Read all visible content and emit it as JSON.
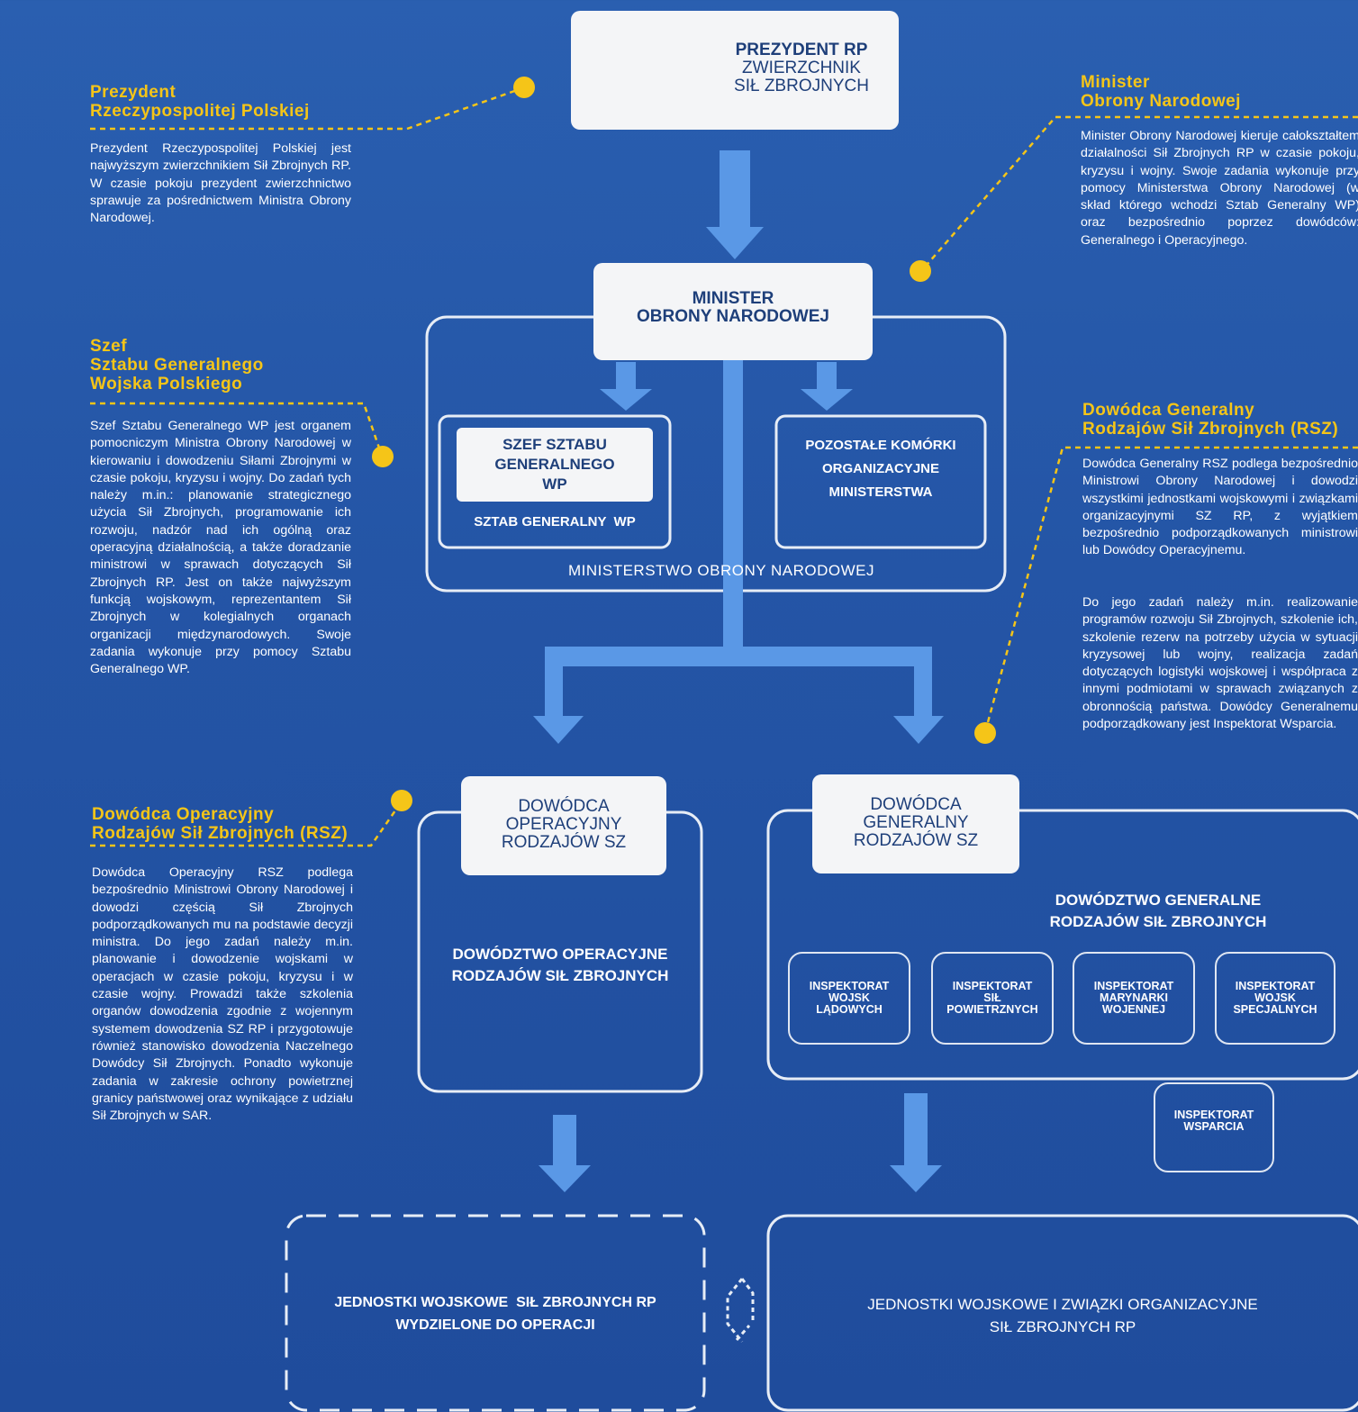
{
  "top_box": {
    "line1": "PREZYDENT RP",
    "line2": "ZWIERZCHNIK",
    "line3": "SIŁ ZBROJNYCH"
  },
  "minister_box": {
    "line1": "MINISTER",
    "line2": "OBRONY NARODOWEJ"
  },
  "szef_box": {
    "line1": "SZEF SZTABU",
    "line2": "GENERALNEGO",
    "line3": "WP"
  },
  "sztab_label": "SZTAB GENERALNY  WP",
  "pozostale": {
    "line1": "POZOSTAŁE KOMÓRKI",
    "line2": "ORGANIZACYJNE",
    "line3": "MINISTERSTWA"
  },
  "ministerstwo_label": "MINISTERSTWO OBRONY NARODOWEJ",
  "dow_oper_box": {
    "line1": "DOWÓDCA",
    "line2": "OPERACYJNY",
    "line3": "RODZAJÓW SZ"
  },
  "dow_gen_box": {
    "line1": "DOWÓDCA",
    "line2": "GENERALNY",
    "line3": "RODZAJÓW SZ"
  },
  "dowodztwo_oper": {
    "line1": "DOWÓDZTWO OPERACYJNE",
    "line2": "RODZAJÓW SIŁ ZBROJNYCH"
  },
  "dowodztwo_gen": {
    "line1": "DOWÓDZTWO GENERALNE",
    "line2": "RODZAJÓW SIŁ ZBROJNYCH"
  },
  "inspektoraty": [
    {
      "line1": "INSPEKTORAT",
      "line2": "WOJSK",
      "line3": "LĄDOWYCH"
    },
    {
      "line1": "INSPEKTORAT",
      "line2": "SIŁ",
      "line3": "POWIETRZNYCH"
    },
    {
      "line1": "INSPEKTORAT",
      "line2": "MARYNARKI",
      "line3": "WOJENNEJ"
    },
    {
      "line1": "INSPEKTORAT",
      "line2": "WOJSK",
      "line3": "SPECJALNYCH"
    }
  ],
  "inspektorat_wsparcia": {
    "line1": "INSPEKTORAT",
    "line2": "WSPARCIA"
  },
  "jednostki_oper": {
    "line1": "JEDNOSTKI WOJSKOWE  SIŁ ZBROJNYCH RP",
    "line2": "WYDZIELONE DO OPERACJI"
  },
  "jednostki_gen": {
    "line1": "JEDNOSTKI WOJSKOWE I ZWIĄZKI ORGANIZACYJNE",
    "line2": "SIŁ ZBROJNYCH RP"
  },
  "sections": {
    "prezydent": {
      "title": "Prezydent\nRzeczypospolitej  Polskiej",
      "text": "Prezydent Rzeczypospolitej Polskiej jest najwyższym zwierzchnikiem Sił Zbrojnych RP. W czasie pokoju prezydent zwierzchnictwo sprawuje za pośrednictwem Ministra Obrony Narodowej."
    },
    "minister": {
      "title": "Minister\nObrony Narodowej",
      "text": "Minister Obrony Narodowej kieruje całokształtem działalności Sił Zbrojnych RP w czasie pokoju, kryzysu i wojny. Swoje zadania wykonuje przy pomocy Ministerstwa Obrony Narodowej (w skład którego wchodzi Sztab Generalny WP) oraz bezpośrednio poprzez dowódców: Generalnego i Operacyjnego."
    },
    "szef": {
      "title": "Szef\nSztabu Generalnego\nWojska Polskiego",
      "text": "Szef Sztabu Generalnego WP jest organem pomocniczym Ministra Obrony Narodowej w kierowaniu i dowodzeniu Siłami Zbrojnymi w czasie pokoju, kryzysu i wojny. Do zadań tych należy m.in.: planowanie strategicznego użycia Sił Zbrojnych, programowanie ich rozwoju, nadzór nad ich ogólną oraz operacyjną działalnością, a także doradzanie ministrowi w sprawach dotyczących Sił Zbrojnych RP. Jest on także najwyższym funkcją wojskowym, reprezentantem Sił Zbrojnych w kolegialnych organach organizacji międzynarodowych. Swoje zadania wykonuje przy pomocy Sztabu Generalnego WP."
    },
    "generalny": {
      "title": "Dowódca Generalny\nRodzajów Sił Zbrojnych (RSZ)",
      "text1": "Dowódca Generalny RSZ podlega bezpośrednio Ministrowi Obrony Narodowej i dowodzi wszystkimi jednostkami wojskowymi i związkami organizacyjnymi SZ RP, z wyjątkiem bezpośrednio podporządkowanych ministrowi lub Dowódcy Operacyjnemu.",
      "text2": "Do jego zadań należy m.in. realizowanie programów rozwoju Sił Zbrojnych, szkolenie ich, szkolenie rezerw na potrzeby użycia w sytuacji kryzysowej lub wojny, realizacja zadań dotyczących logistyki wojskowej i współpraca z innymi podmiotami w sprawach związanych z obronnością państwa. Dowódcy Generalnemu podporządkowany jest Inspektorat Wsparcia."
    },
    "operacyjny": {
      "title": "Dowódca Operacyjny\nRodzajów Sił Zbrojnych (RSZ)",
      "text": "Dowódca Operacyjny RSZ podlega bezpośrednio Ministrowi Obrony Narodowej i dowodzi częścią Sił Zbrojnych podporządkowanych mu na podstawie decyzji ministra. Do jego zadań należy m.in. planowanie i dowodzenie wojskami w operacjach w czasie pokoju, kryzysu i w czasie wojny. Prowadzi także szkolenia organów dowodzenia zgodnie z wojennym systemem dowodzenia SZ RP i przygotowuje również stanowisko dowodzenia Naczelnego Dowódcy Sił Zbrojnych. Ponadto wykonuje zadania w zakresie ochrony powietrznej granicy państwowej oraz wynikające z udziału Sił Zbrojnych w SAR."
    }
  },
  "colors": {
    "accent": "#f5c518",
    "arrow": "#5a98e6",
    "background": "#2455a6",
    "emblem": "#d8232a"
  }
}
